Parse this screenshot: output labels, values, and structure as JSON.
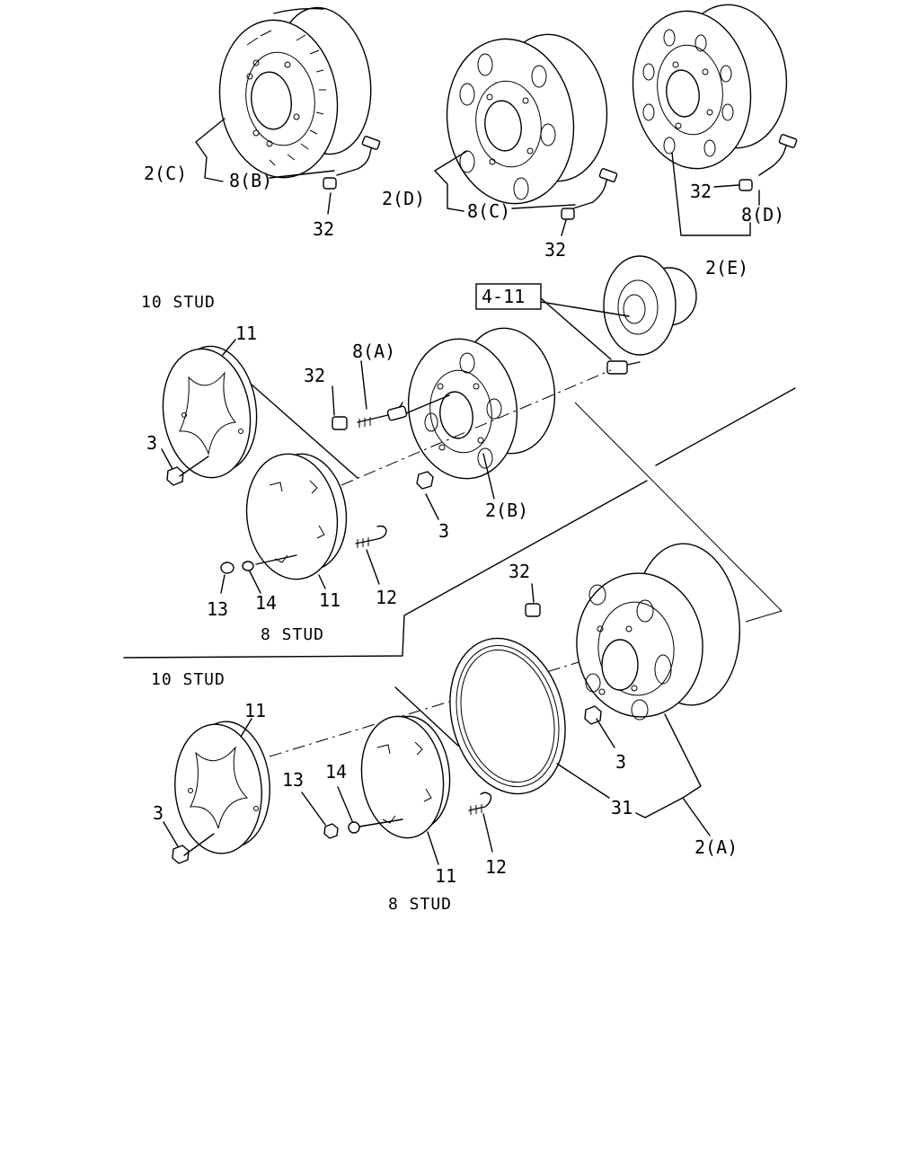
{
  "labels": {
    "wheel_c": "2(C)",
    "valve_b": "8(B)",
    "cap_c": "32",
    "wheel_d": "2(D)",
    "valve_c": "8(C)",
    "cap_d": "32",
    "cap_e": "32",
    "valve_d": "8(D)",
    "wheel_e": "2(E)",
    "ref_box": "4-11",
    "note_10stud_a": "10 STUD",
    "cover_a": "11",
    "cap_b": "32",
    "valve_a": "8(A)",
    "nut_cover_a": "3",
    "nut_wheel_b": "3",
    "wheel_b": "2(B)",
    "nut_13_a": "13",
    "washer_14_a": "14",
    "ring_11_a": "11",
    "bolt_12_a": "12",
    "note_8stud_a": "8 STUD",
    "cap_a": "32",
    "note_10stud_b": "10 STUD",
    "cover_b": "11",
    "nut_wheel_a": "3",
    "nut_13_b": "13",
    "washer_14_b": "14",
    "nut_cover_b": "3",
    "ring_31": "31",
    "wheel_a": "2(A)",
    "ring_11_b": "11",
    "bolt_12_b": "12",
    "note_8stud_b": "8 STUD"
  }
}
